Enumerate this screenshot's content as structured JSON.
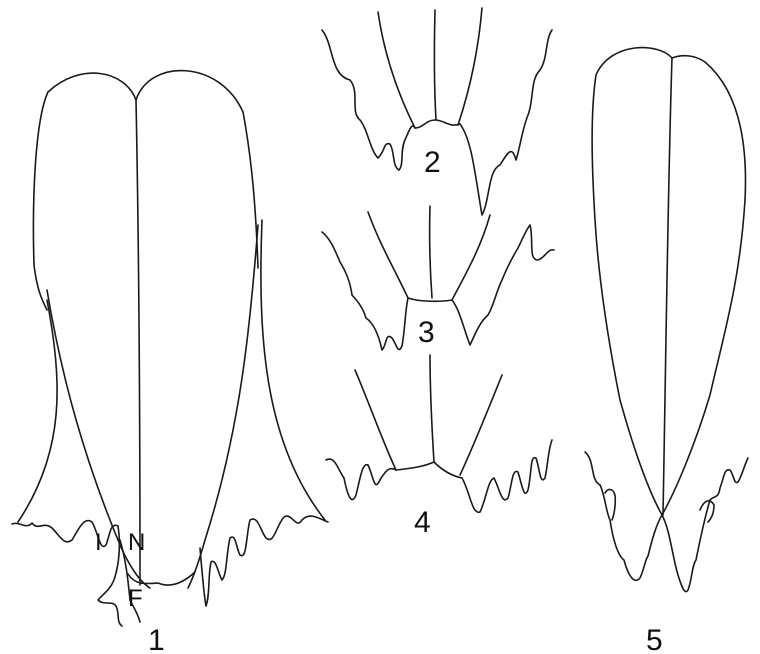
{
  "figures": [
    {
      "id": "1",
      "label": "1",
      "parts": [
        "I",
        "N",
        "F"
      ]
    },
    {
      "id": "2",
      "label": "2"
    },
    {
      "id": "3",
      "label": "3"
    },
    {
      "id": "4",
      "label": "4"
    },
    {
      "id": "5",
      "label": "5"
    }
  ],
  "colors": {
    "background": "#ffffff",
    "ink": "#1a1a1a"
  }
}
